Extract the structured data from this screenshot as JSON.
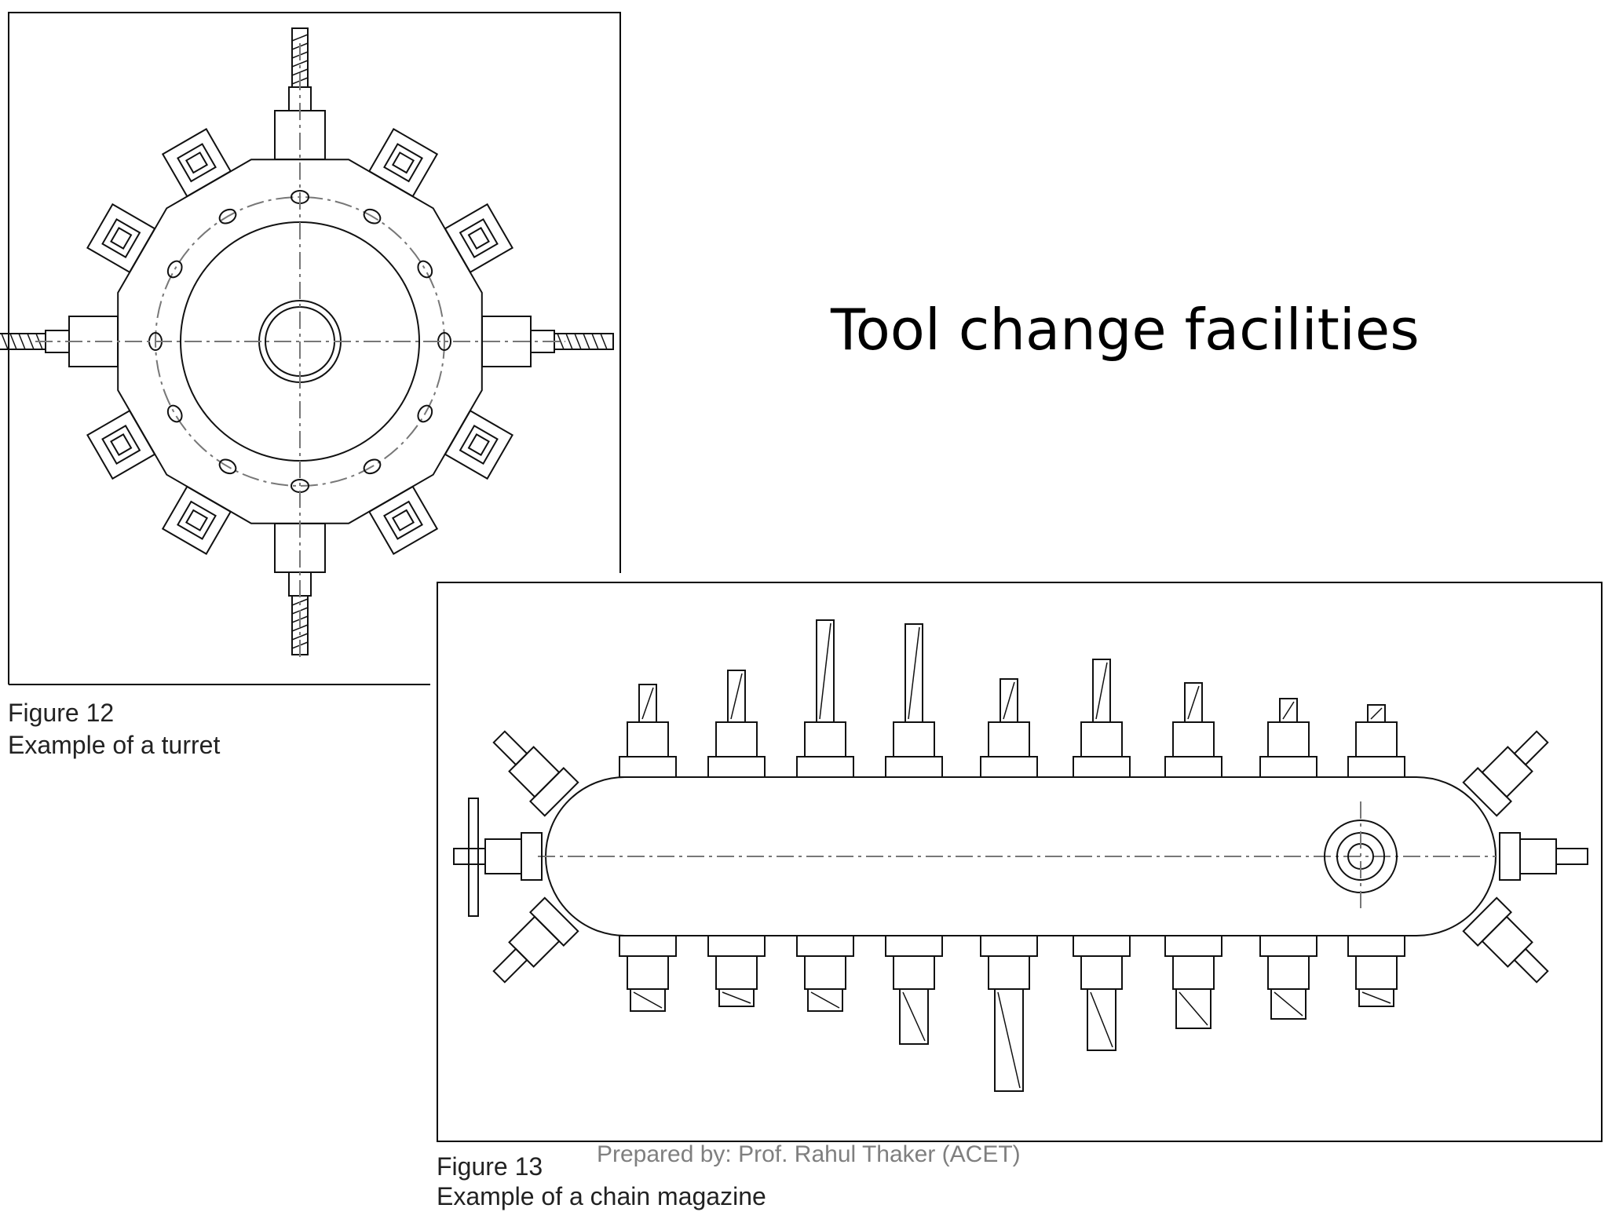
{
  "slide": {
    "title": "Tool change facilities",
    "footer": "Prepared by: Prof. Rahul Thaker (ACET)"
  },
  "figures": [
    {
      "number": "Figure 12",
      "caption": "Example of a turret"
    },
    {
      "number": "Figure 13",
      "caption": "Example of a chain magazine"
    }
  ],
  "colors": {
    "line": "#111111",
    "centerline": "#777777",
    "frame": "#000000",
    "footer_text": "#7f7f7f"
  }
}
